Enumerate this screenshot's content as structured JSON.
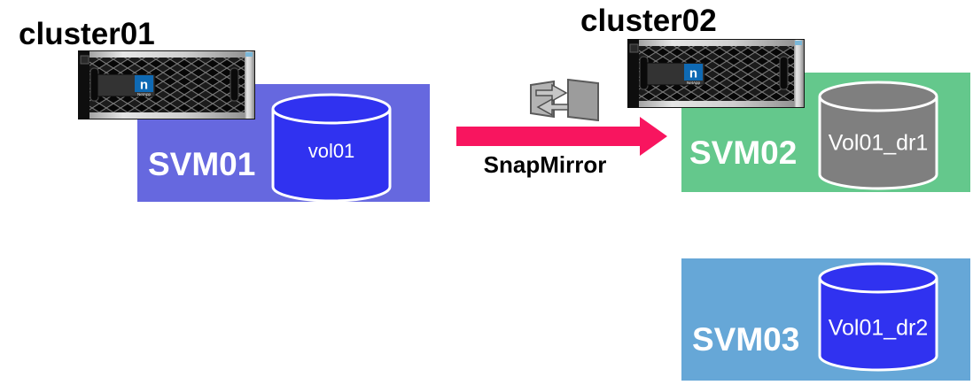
{
  "clusters": [
    {
      "label": "cluster01"
    },
    {
      "label": "cluster02"
    }
  ],
  "svms": [
    {
      "label": "SVM01",
      "box_color": "#6668DF",
      "volume": {
        "label": "vol01",
        "fill": "#3032F0"
      }
    },
    {
      "label": "SVM02",
      "box_color": "#64C88C",
      "volume": {
        "label": "Vol01_dr1",
        "fill": "#7F7F7F"
      }
    },
    {
      "label": "SVM03",
      "box_color": "#66A7D7",
      "volume": {
        "label": "Vol01_dr2",
        "fill": "#3032F0"
      }
    }
  ],
  "replication": {
    "label": "SnapMirror",
    "arrow_color": "#F8155F"
  },
  "icons": {
    "appliance": "netapp-storage-controller",
    "mirror": "mirror-sync-icon"
  },
  "colors": {
    "background": "#FFFFFF",
    "cluster_text": "#000000",
    "svm_text": "#FFFFFF",
    "netapp_logo_blue": "#0F6AB4"
  }
}
